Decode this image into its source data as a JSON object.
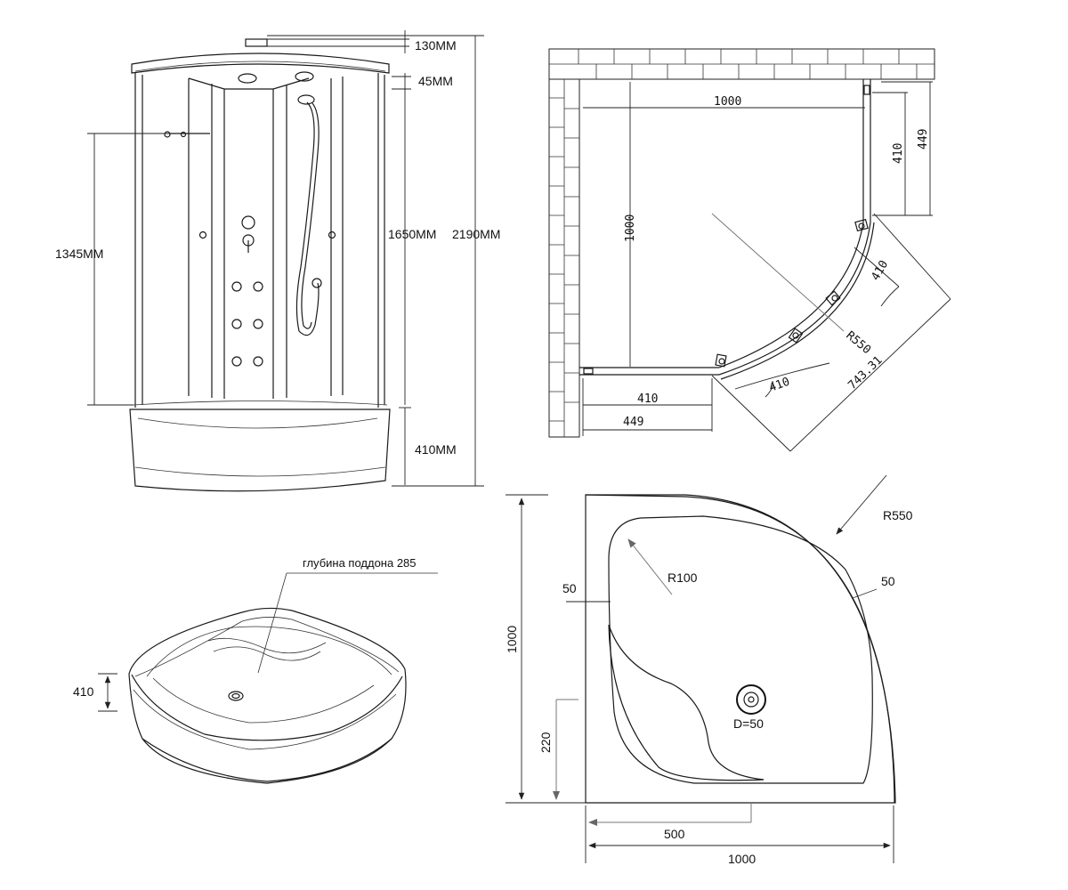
{
  "cabin_front": {
    "dim_top_roof": "130MM",
    "dim_top_gap": "45MM",
    "dim_panel_height": "1345MM",
    "dim_cabin_height": "1650MM",
    "dim_total_height": "2190MM",
    "dim_tray_height": "410MM"
  },
  "plan_view": {
    "width_top": "1000",
    "height_left": "1000",
    "side_right_inner": "410",
    "side_right_outer": "449",
    "side_bottom_inner": "410",
    "side_bottom_outer": "449",
    "diag_side": "410",
    "radius": "R550",
    "arc_side": "410",
    "diagonal": "743.31"
  },
  "tray_perspective": {
    "depth_note": "глубина поддона 285",
    "tray_height": "410"
  },
  "tray_plan": {
    "radius_outer": "R550",
    "radius_inner": "R100",
    "rim_left": "50",
    "rim_right": "50",
    "height": "1000",
    "drain_offset_y": "220",
    "drain_offset_x": "500",
    "width": "1000",
    "drain": "D=50"
  }
}
